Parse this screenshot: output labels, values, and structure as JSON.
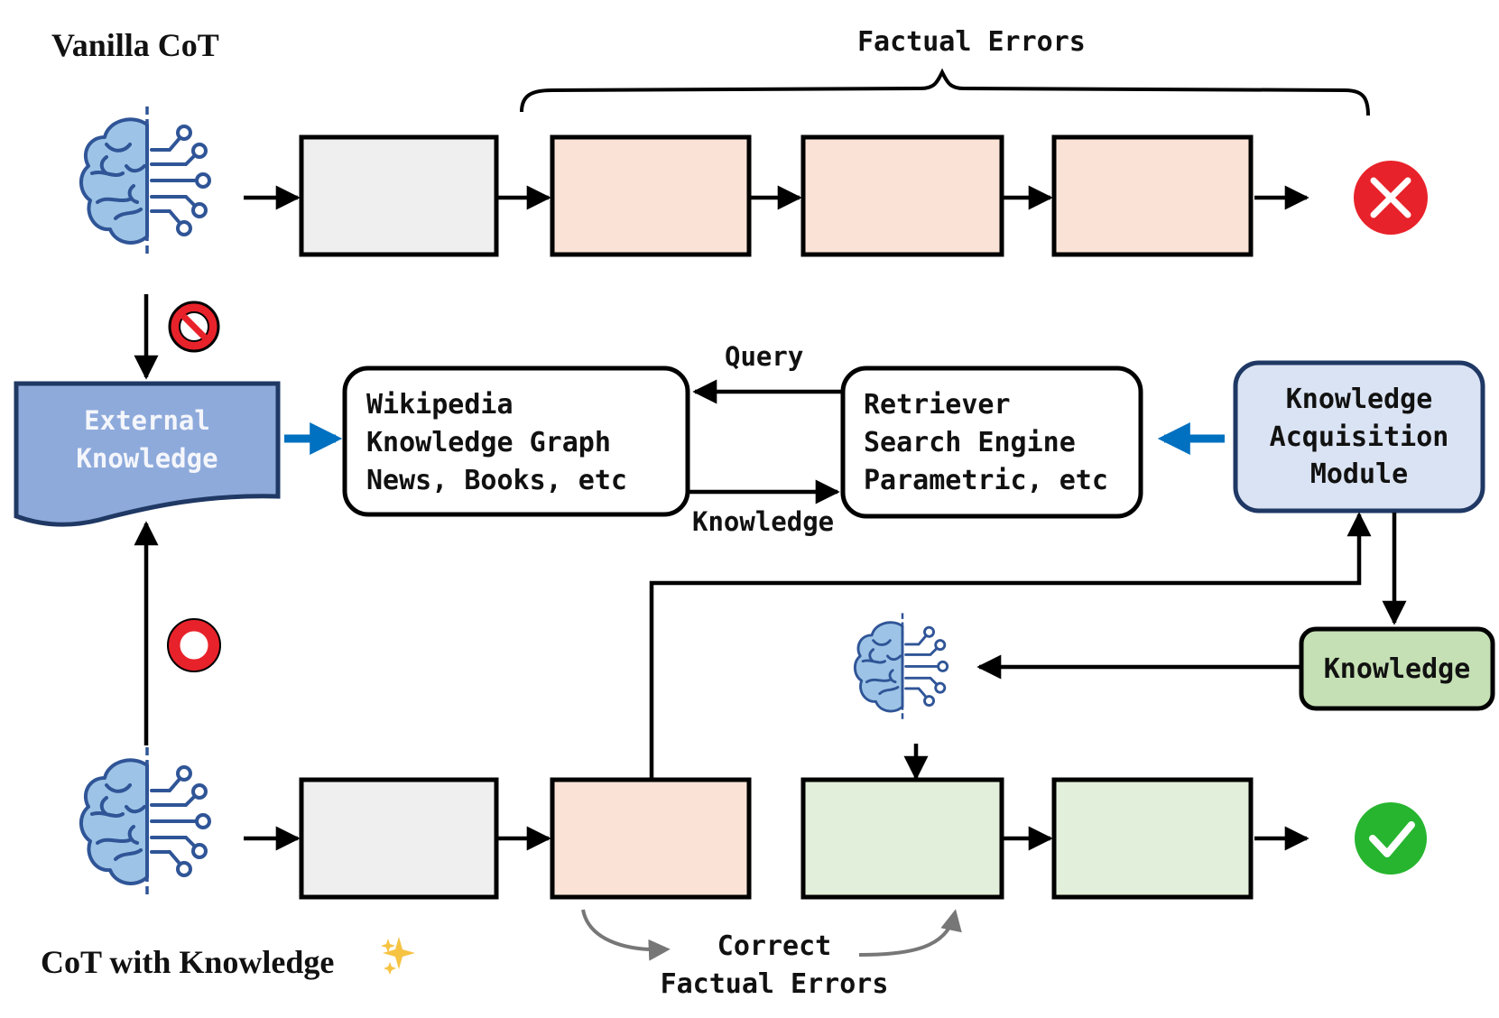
{
  "top": {
    "title": "Vanilla CoT",
    "brace_label": "Factual Errors",
    "result_icon": "red-x-icon"
  },
  "bottom": {
    "title": "CoT with Knowledge",
    "sparkle_icon": "sparkles-icon",
    "correct_label_line1": "Correct",
    "correct_label_line2": "Factual Errors",
    "result_icon": "green-check-icon"
  },
  "external_knowledge": {
    "line1": "External",
    "line2": "Knowledge",
    "blocked_icon": "no-entry-icon",
    "allowed_icon": "ring-icon"
  },
  "sources": {
    "line1": "Wikipedia",
    "line2": "Knowledge Graph",
    "line3": "News, Books, etc"
  },
  "retriever": {
    "line1": "Retriever",
    "line2": "Search Engine",
    "line3": "Parametric, etc"
  },
  "flow_labels": {
    "query": "Query",
    "knowledge": "Knowledge"
  },
  "kam": {
    "line1": "Knowledge",
    "line2": "Acquisition",
    "line3": "Module"
  },
  "knowledge_box": {
    "label": "Knowledge"
  },
  "colors": {
    "gray_box": "#efefef",
    "error_box": "#fae3d6",
    "correct_box": "#e2efda",
    "external_knowledge": "#8eaadb",
    "kam": "#dae3f3",
    "knowledge_box": "#c5e0b4",
    "brain": "#9dc3e6",
    "brain_outline": "#2f5597",
    "blue_arrow": "#0070c0",
    "red": "#e8222a",
    "green": "#27b52f"
  }
}
